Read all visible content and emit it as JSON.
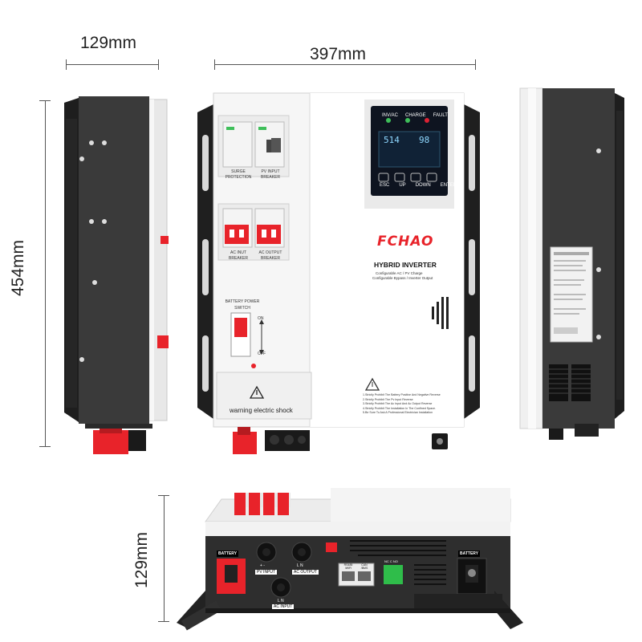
{
  "dimensions": {
    "side_width": "129mm",
    "front_width": "397mm",
    "height": "454mm",
    "bottom_depth": "129mm"
  },
  "front_panel": {
    "brand": "FCHAO",
    "product": "HYBRID INVERTER",
    "subtitle_1": "Configurable AC / PV Charge",
    "subtitle_2": "Configurable Bypass / Inverter Output",
    "indicators": [
      "INV/AC",
      "CHARGE",
      "FAULT"
    ],
    "buttons": [
      "ESC",
      "UP",
      "DOWN",
      "ENTER"
    ],
    "lcd_left": "514",
    "lcd_right": "98",
    "breaker_labels": {
      "surge": "SURGE PROTECTION",
      "pv_input": "PV INPUT BREAKER",
      "ac_input": "AC INUT BREAKER",
      "ac_output": "AC OUTPUT BREAKER"
    },
    "battery_switch": {
      "label": "BATTERY POWER SWITCH",
      "on": "ON",
      "off": "OFF"
    },
    "warning_label": "warning electric shock",
    "warnings": [
      "1.Strictly Prohibit The Battery Positive And Negative Reverse",
      "2.Strictly Prohibit The Pv Input Reverse",
      "3.Strictly Prohibit The Ac Input And Ac Output Reverse",
      "4.Strictly Prohibit The Installation In The Confined Space.",
      "5.Be Sure To Ask A Professional Electrician Installation"
    ]
  },
  "bottom_panel": {
    "battery_left": "BATTERY",
    "battery_right": "BATTERY",
    "pv_input": "PV INPUT",
    "ac_output": "AC OUTPUT",
    "ac_input": "AC INPUT",
    "ports": [
      "RS485 /WIFI",
      "CAN /BMS"
    ],
    "relay": "NC C NO",
    "pv_polarity": "+ -",
    "ac_out_pins": "L N",
    "ac_in_pins": "L N"
  },
  "colors": {
    "frame": "#2a2a2a",
    "panel": "#f4f4f4",
    "accent_red": "#e8232a",
    "lcd": "#0e1420"
  }
}
